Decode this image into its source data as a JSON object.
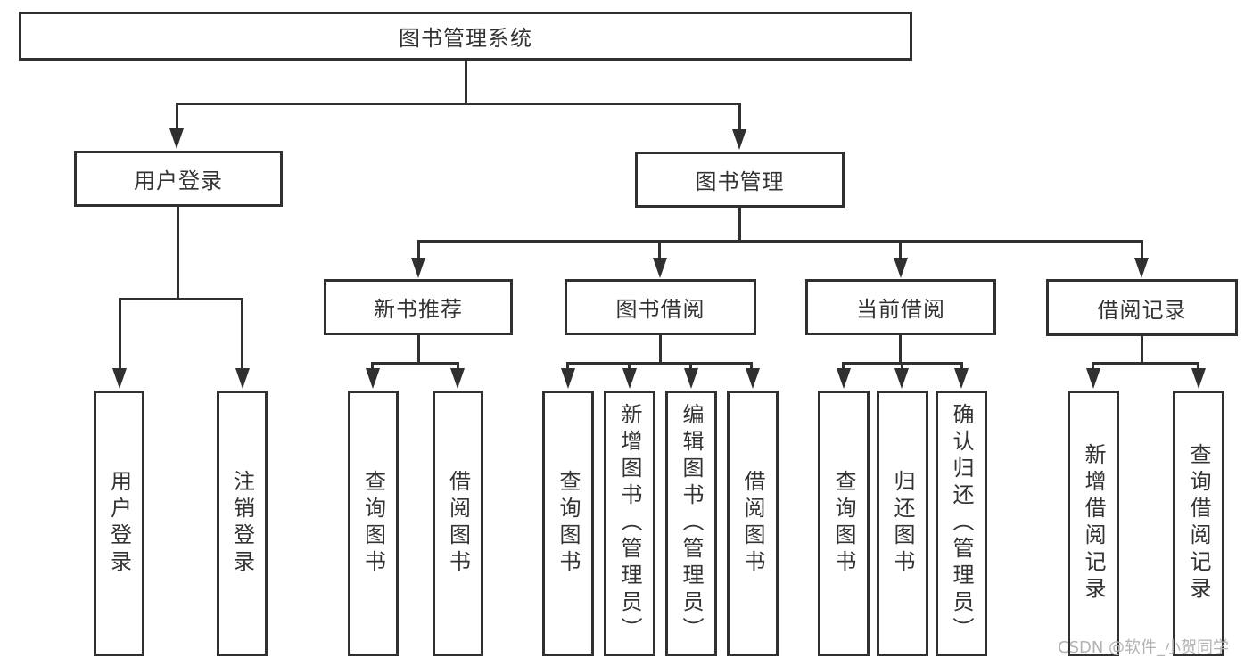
{
  "diagram": {
    "title": "图书管理系统",
    "colors": {
      "line": "#303030",
      "text": "#333333",
      "box_bg": "#ffffff",
      "background": "#ffffff",
      "watermark": "#b3b3b3"
    },
    "root": {
      "label": "图书管理系统"
    },
    "level2": [
      {
        "label": "用户登录"
      },
      {
        "label": "图书管理"
      }
    ],
    "level3": [
      {
        "label": "新书推荐"
      },
      {
        "label": "图书借阅"
      },
      {
        "label": "当前借阅"
      },
      {
        "label": "借阅记录"
      }
    ],
    "leaves": [
      {
        "label": "用户登录"
      },
      {
        "label": "注销登录"
      },
      {
        "label": "查询图书"
      },
      {
        "label": "借阅图书"
      },
      {
        "label": "查询图书"
      },
      {
        "label": "新增图书（管理员）"
      },
      {
        "label": "编辑图书（管理员）"
      },
      {
        "label": "借阅图书"
      },
      {
        "label": "查询图书"
      },
      {
        "label": "归还图书"
      },
      {
        "label": "确认归还（管理员）"
      },
      {
        "label": "新增借阅记录"
      },
      {
        "label": "查询借阅记录"
      }
    ],
    "watermark": "CSDN @软件_小贺同学"
  }
}
